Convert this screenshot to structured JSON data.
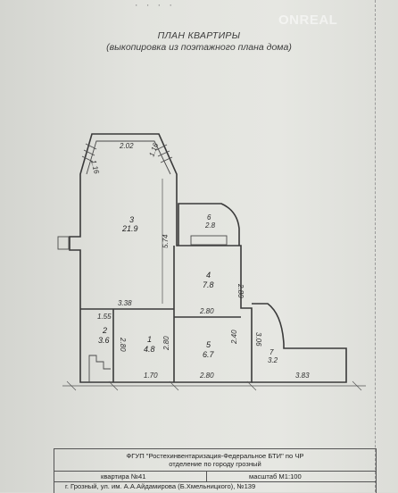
{
  "header": {
    "top_mark": "· · · ·",
    "watermark": "ONREAL",
    "title": "ПЛАН КВАРТИРЫ",
    "subtitle": "(выкопировка из поэтажного плана дома)"
  },
  "rooms": [
    {
      "no": "3",
      "area": "21.9"
    },
    {
      "no": "6",
      "area": "2.8"
    },
    {
      "no": "4",
      "area": "7.8"
    },
    {
      "no": "2",
      "area": "3.6"
    },
    {
      "no": "1",
      "area": "4.8"
    },
    {
      "no": "5",
      "area": "6.7"
    },
    {
      "no": "7",
      "area": "3.2"
    }
  ],
  "dimensions": {
    "bay_top": "2.02",
    "bay_left": "1.16",
    "bay_right": "1.16",
    "room3_height": "5.74",
    "room3_width": "3.38",
    "room4_height": "2.80",
    "room4_width": "2.80",
    "room2_width": "1.55",
    "room2_height": "2.80",
    "room1_width": "1.70",
    "room1_height": "2.80",
    "room5_width": "2.80",
    "room5_height": "2.40",
    "balcony_height": "3.06",
    "balcony_width": "3.83"
  },
  "stamp": {
    "org_line1": "ФГУП \"Ростехинвентаризация-Федеральное БТИ\" по ЧР",
    "org_line2": "отделение по городу грозный",
    "apartment": "квартира №41",
    "scale": "масштаб М1:100",
    "address": "г. Грозный, ул. им. А.А.Айдамирова (Б.Хмельницкого), №139"
  }
}
